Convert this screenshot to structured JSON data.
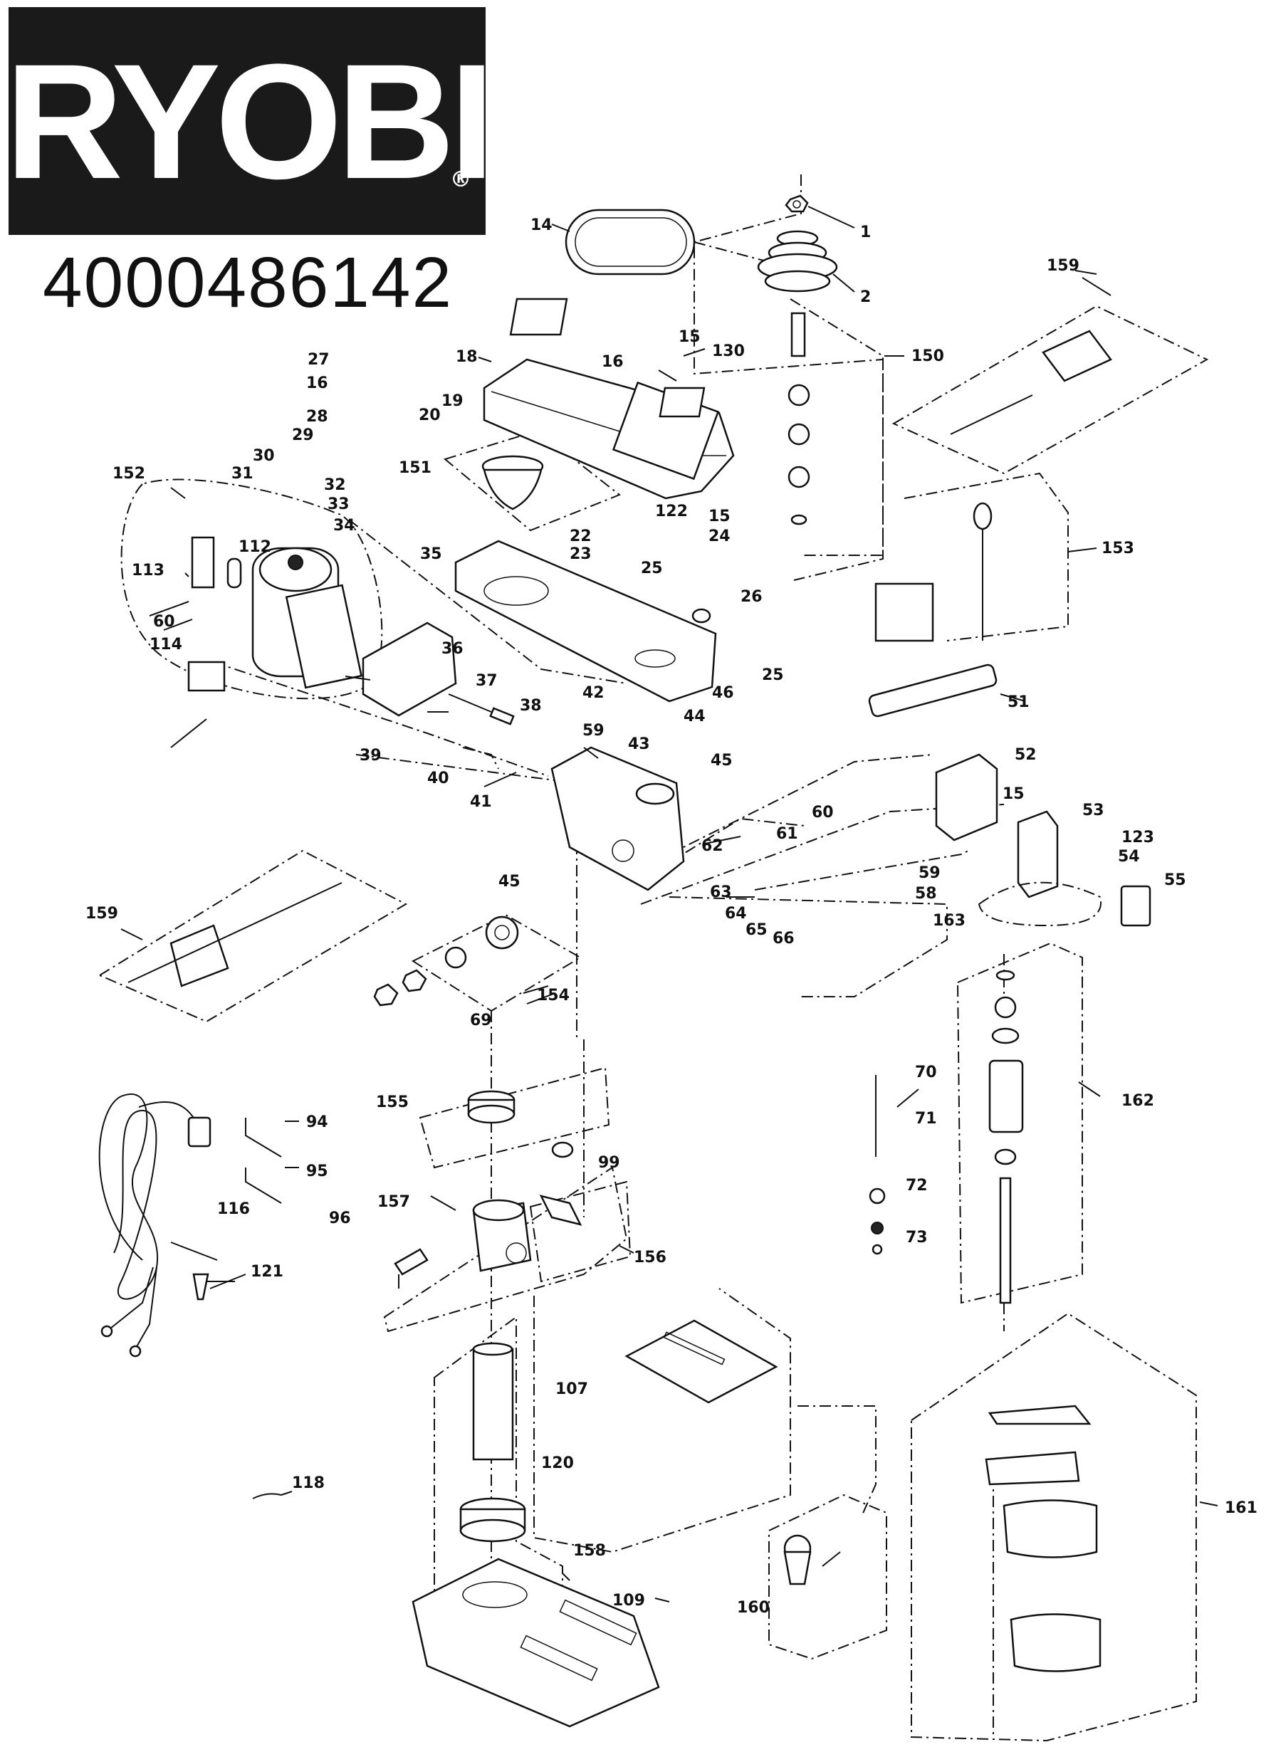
{
  "brand": "RYOBI",
  "brand_mark": "®",
  "model_number": "4000486142",
  "callouts": {
    "c1": "1",
    "c2": "2",
    "c14": "14",
    "c15a": "15",
    "c15b": "15",
    "c15c": "15",
    "c16a": "16",
    "c16b": "16",
    "c18": "18",
    "c19": "19",
    "c20": "20",
    "c22": "22",
    "c23": "23",
    "c24": "24",
    "c25a": "25",
    "c25b": "25",
    "c26": "26",
    "c27": "27",
    "c28": "28",
    "c29": "29",
    "c30": "30",
    "c31": "31",
    "c32": "32",
    "c33": "33",
    "c34": "34",
    "c35": "35",
    "c36": "36",
    "c37": "37",
    "c38": "38",
    "c39": "39",
    "c40": "40",
    "c41": "41",
    "c42": "42",
    "c43": "43",
    "c44": "44",
    "c45a": "45",
    "c45b": "45",
    "c46": "46",
    "c51": "51",
    "c52": "52",
    "c53": "53",
    "c54": "54",
    "c55": "55",
    "c58": "58",
    "c59a": "59",
    "c59b": "59",
    "c60a": "60",
    "c60b": "60",
    "c61": "61",
    "c62": "62",
    "c63": "63",
    "c64": "64",
    "c65": "65",
    "c66": "66",
    "c69": "69",
    "c70": "70",
    "c71": "71",
    "c72": "72",
    "c73": "73",
    "c94": "94",
    "c95": "95",
    "c96": "96",
    "c99": "99",
    "c107": "107",
    "c109": "109",
    "c112": "112",
    "c113": "113",
    "c114": "114",
    "c116": "116",
    "c118": "118",
    "c120": "120",
    "c121": "121",
    "c122": "122",
    "c123": "123",
    "c130": "130",
    "c150": "150",
    "c151": "151",
    "c152": "152",
    "c153": "153",
    "c154": "154",
    "c155": "155",
    "c156": "156",
    "c157": "157",
    "c158": "158",
    "c159a": "159",
    "c159b": "159",
    "c160": "160",
    "c161": "161",
    "c162": "162",
    "c163": "163"
  }
}
